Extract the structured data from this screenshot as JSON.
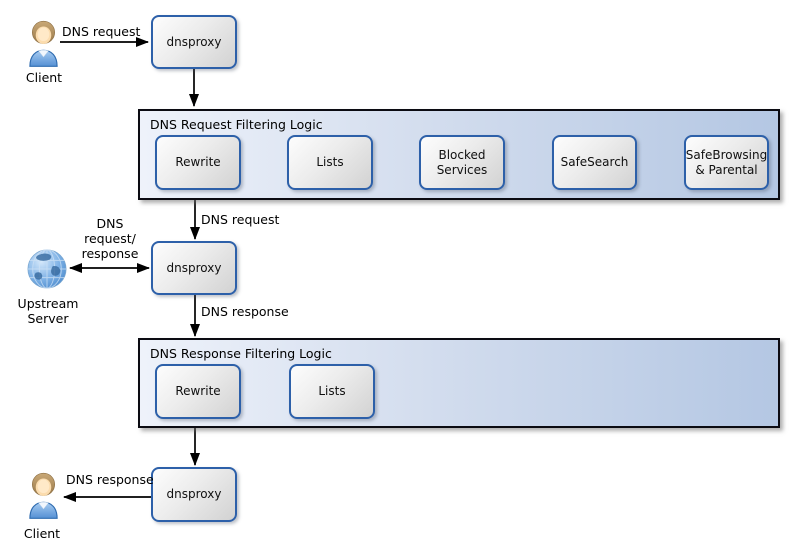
{
  "actors": {
    "client_top": {
      "label": "Client"
    },
    "upstream_server": {
      "label": "Upstream\nServer"
    },
    "client_bottom": {
      "label": "Client"
    }
  },
  "proxies": {
    "top": "dnsproxy",
    "middle": "dnsproxy",
    "bottom": "dnsproxy"
  },
  "request_pipeline": {
    "title": "DNS Request Filtering Logic",
    "stages": [
      "Rewrite",
      "Lists",
      "Blocked Services",
      "SafeSearch",
      "SafeBrowsing & Parental"
    ]
  },
  "response_pipeline": {
    "title": "DNS Response Filtering Logic",
    "stages": [
      "Rewrite",
      "Lists"
    ]
  },
  "edge_labels": {
    "client_to_proxy": "DNS request",
    "filtered_request": "DNS request",
    "upstream_exchange": "DNS\nrequest/\nresponse",
    "proxy_response": "DNS response",
    "response_to_client": "DNS response"
  },
  "colors": {
    "node_border": "#2d60a9",
    "container_border": "#0b0b12",
    "container_fill_left": "#eef2fa",
    "container_fill_right": "#b4c7e3",
    "arrow": "#000000"
  }
}
